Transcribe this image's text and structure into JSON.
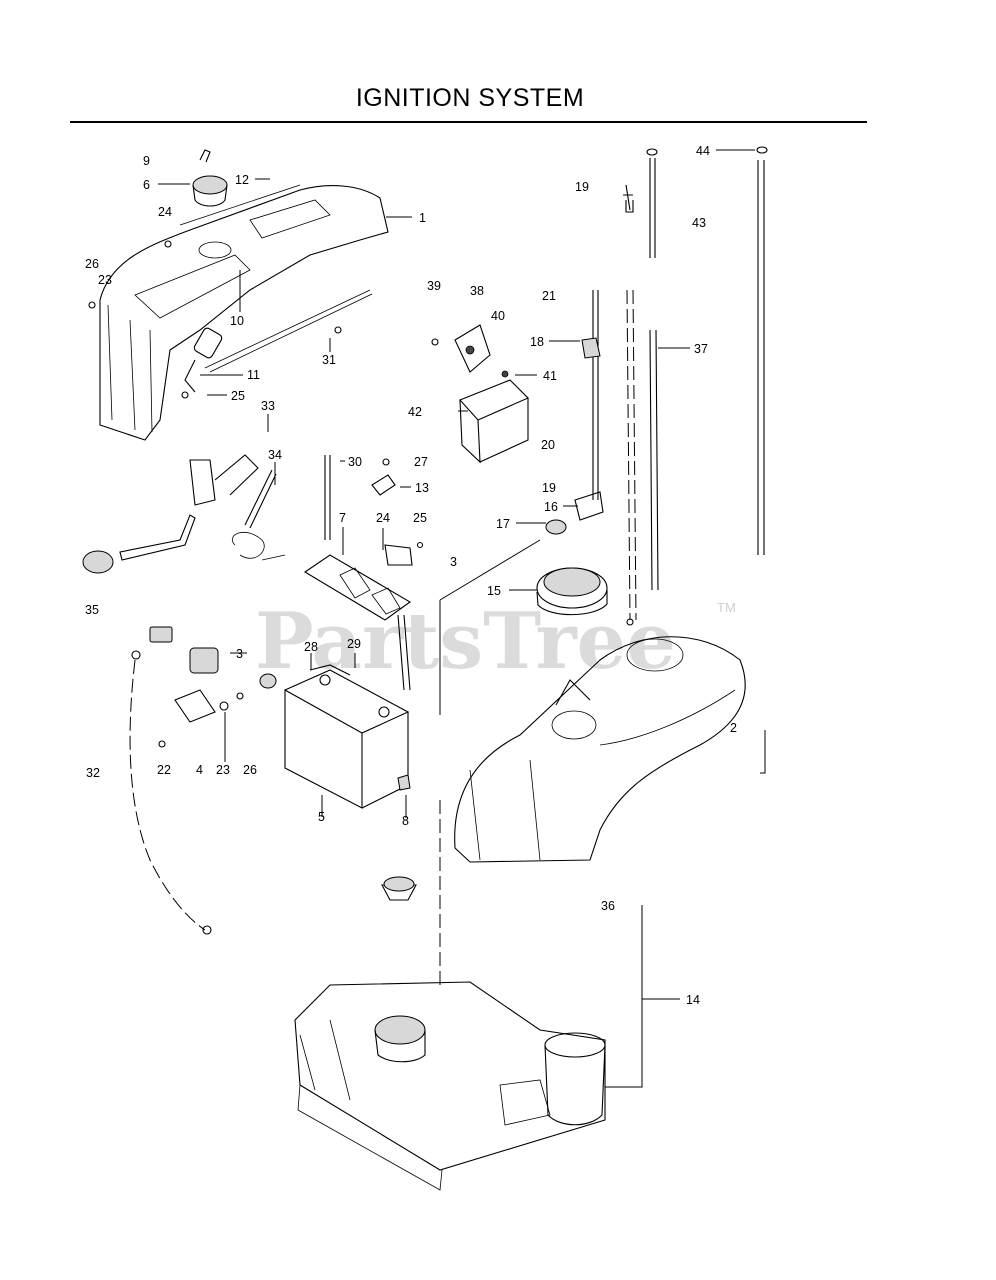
{
  "title": "IGNITION SYSTEM",
  "watermark": {
    "text": "PartsTree",
    "mark": "TM"
  },
  "callouts": [
    "1",
    "2",
    "3",
    "3",
    "4",
    "5",
    "6",
    "7",
    "8",
    "9",
    "10",
    "11",
    "12",
    "13",
    "14",
    "15",
    "16",
    "17",
    "18",
    "19",
    "19",
    "20",
    "21",
    "22",
    "23",
    "23",
    "24",
    "24",
    "25",
    "25",
    "26",
    "26",
    "27",
    "28",
    "29",
    "30",
    "31",
    "32",
    "33",
    "34",
    "35",
    "36",
    "37",
    "38",
    "39",
    "40",
    "41",
    "42",
    "43",
    "44"
  ]
}
